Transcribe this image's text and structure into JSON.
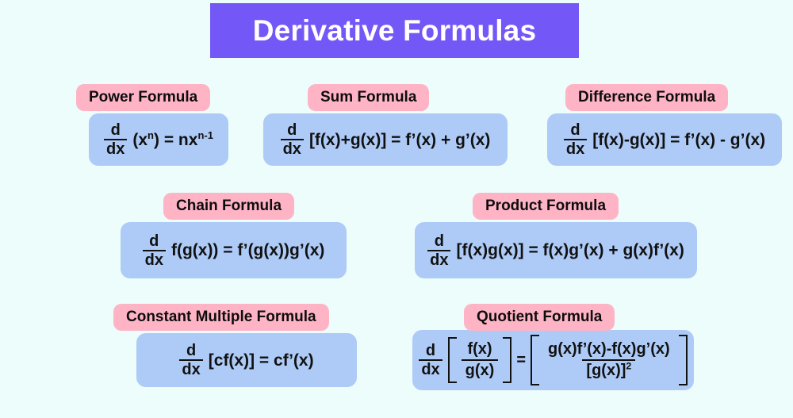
{
  "header": {
    "title": "Derivative Formulas",
    "bar_color": "#7458f7",
    "text_color": "#ffffff"
  },
  "theme": {
    "background": "#ecfdfb",
    "label_color": "#ffb4c6",
    "formula_box_color": "#aecbf7",
    "text_color": "#111111"
  },
  "cards": [
    {
      "id": "power",
      "label": "Power Formula",
      "formula_text": "d/dx (x^n) = nx^(n-1)",
      "operator": {
        "numerator": "d",
        "denominator": "dx"
      },
      "body": "(x",
      "body_sup": "n",
      "body_tail": ") = nx",
      "tail_sup": "n-1"
    },
    {
      "id": "sum",
      "label": "Sum Formula",
      "formula_text": "d/dx [f(x)+g(x)] = f'(x) + g'(x)",
      "operator": {
        "numerator": "d",
        "denominator": "dx"
      },
      "body": "[f(x)+g(x)] = f’(x) + g’(x)"
    },
    {
      "id": "difference",
      "label": "Difference Formula",
      "formula_text": "d/dx [f(x)-g(x)] = f'(x) - g'(x)",
      "operator": {
        "numerator": "d",
        "denominator": "dx"
      },
      "body": "[f(x)-g(x)] = f’(x) - g’(x)"
    },
    {
      "id": "chain",
      "label": "Chain Formula",
      "formula_text": "d/dx f(g(x)) = f'(g(x))g'(x)",
      "operator": {
        "numerator": "d",
        "denominator": "dx"
      },
      "body": "f(g(x)) = f’(g(x))g’(x)"
    },
    {
      "id": "product",
      "label": "Product Formula",
      "formula_text": "d/dx [f(x)g(x)] = f(x)g'(x) + g(x)f'(x)",
      "operator": {
        "numerator": "d",
        "denominator": "dx"
      },
      "body": "[f(x)g(x)] = f(x)g’(x) + g(x)f’(x)"
    },
    {
      "id": "constant-multiple",
      "label": "Constant Multiple Formula",
      "formula_text": "d/dx [cf(x)] = cf'(x)",
      "operator": {
        "numerator": "d",
        "denominator": "dx"
      },
      "body": "[cf(x)] = cf’(x)"
    },
    {
      "id": "quotient",
      "label": "Quotient Formula",
      "formula_text": "d/dx [f(x)/g(x)] = [ (g(x)f'(x)-f(x)g'(x)) / [g(x)]^2 ]",
      "operator": {
        "numerator": "d",
        "denominator": "dx"
      },
      "left_fraction": {
        "numerator": "f(x)",
        "denominator": "g(x)"
      },
      "equals": "=",
      "right_fraction": {
        "numerator": "g(x)f’(x)-f(x)g’(x)",
        "denominator": "[g(x)]",
        "denominator_sup": "2"
      }
    }
  ]
}
